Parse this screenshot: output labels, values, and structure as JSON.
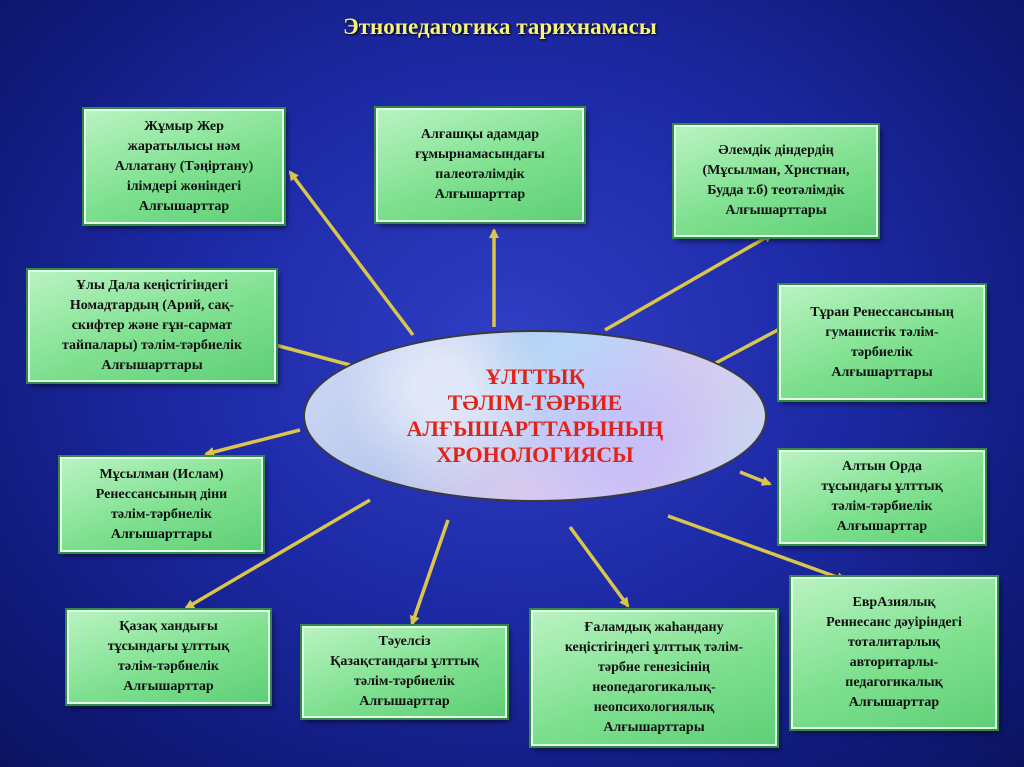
{
  "title": "Этнопедагогика тарихнамасы",
  "center": "ҰЛТТЫҚ\nТӘЛІМ-ТӘРБИЕ\nАЛҒЫШАРТТАРЫНЫҢ\nХРОНОЛОГИЯСЫ",
  "nodes": [
    "Жұмыр Жер\nжаратылысы нәм\nАллатану (Тәңіртану)\nілімдері жөніндегі\nАлғышарттар",
    "Алғашқы адамдар\nғұмырнамасындағы\nпалеотәлімдік\nАлғышарттар",
    "Әлемдік діндердің\n(Мұсылман, Христиан,\nБудда т.б) теотәлімдік\nАлғышарттары",
    "Ұлы Дала кеңістігіндегі\nНомадтардың (Арий, сақ-\nскифтер және ғұн-сармат\nтайпалары) тәлім-тәрбиелік\nАлғышарттары",
    "Тұран Ренессансының\nгуманистік тәлім-\nтәрбиелік\nАлғышарттары",
    "Мұсылман (Ислам)\nРенессансының діни\nтәлім-тәрбиелік\nАлғышарттары",
    "Алтын Орда\nтұсындағы ұлттық\nтәлім-тәрбиелік\nАлғышарттар",
    "Қазақ хандығы\nтұсындағы ұлттық\nтәлім-тәрбиелік\nАлғышарттар",
    "Тәуелсіз\nҚазақстандағы ұлттық\nтәлім-тәрбиелік\nАлғышарттар",
    "Ғаламдық жаһандану\nкеңістігіндегі ұлттық тәлім-\nтәрбие генезісінің\nнеопедагогикалық-\nнеопсихологиялық\nАлғышарттары",
    "ЕврАзиялық\nРеннесанс дәуіріндегі\nтоталитарлық\nавторитарлы-\nпедагогикалық\nАлғышарттар"
  ],
  "colors": {
    "background": "#1d2aa6",
    "title": "#f7f27a",
    "box": "#7ee08f",
    "center_text": "#e2231a",
    "arrow": "#d9c64a"
  }
}
